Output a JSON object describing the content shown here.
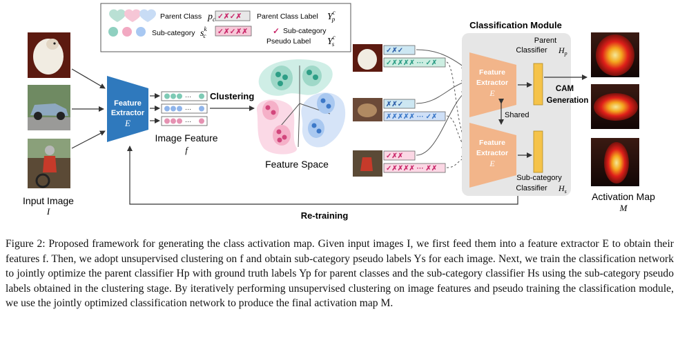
{
  "legend": {
    "parent_class": "Parent Class",
    "parent_class_sym": "p",
    "parent_class_sub": "c",
    "sub_category": "Sub-category",
    "sub_category_sym": "s",
    "sub_category_sub": "c",
    "sub_category_sup": "k",
    "parent_label": "Parent Class Label",
    "parent_label_sym": "Y",
    "parent_label_sub": "p",
    "parent_label_sup": "c",
    "pseudo_label_l1": "Sub-category",
    "pseudo_label_l2": "Pseudo Label",
    "pseudo_label_sym": "Y",
    "pseudo_label_sub": "s",
    "pseudo_label_sup": "c",
    "parent_vec_marks": "✓✗✓✗",
    "sub_vec_marks": "✓✗✓✗✗",
    "sub_vec_check": "✓"
  },
  "input": {
    "label": "Input Image",
    "sym": "I"
  },
  "extractor": {
    "line1": "Feature",
    "line2": "Extractor",
    "sym": "E"
  },
  "image_feature": {
    "label": "Image Feature",
    "sym": "f",
    "dots": "···"
  },
  "clustering": "Clustering",
  "feature_space": "Feature Space",
  "classification_module": "Classification Module",
  "parent_classifier": {
    "line1": "Parent",
    "line2": "Classifier",
    "sym": "H",
    "sub": "p"
  },
  "sub_classifier": {
    "line1": "Sub-category",
    "line2": "Classifier",
    "sym": "H",
    "sub": "s"
  },
  "shared": "Shared",
  "cam": {
    "line1": "CAM",
    "line2": "Generation"
  },
  "activation": {
    "label": "Activation Map",
    "sym": "M"
  },
  "retraining": "Re-training",
  "label_rows": [
    {
      "top": "✓✗✓",
      "bottom": "✓✗✗✗✗ ··· ✓✗"
    },
    {
      "top": "✗✗✓",
      "bottom": "✗✗✗✗✗ ··· ✓✗"
    },
    {
      "top": "✓✗✗",
      "bottom": "✓✗✗✗✗ ··· ✗✗"
    }
  ],
  "caption": "Figure 2: Proposed framework for generating the class activation map. Given input images I, we first feed them into a feature extractor E to obtain their features f. Then, we adopt unsupervised clustering on f and obtain sub-category pseudo labels Ys for each image. Next, we train the classification network to jointly optimize the parent classifier Hp with ground truth labels Yp for parent classes and the sub-category classifier Hs using the sub-category pseudo labels obtained in the clustering stage. By iteratively performing unsupervised clustering on image features and pseudo training the classification module, we use the jointly optimized classification network to produce the final activation map M."
}
